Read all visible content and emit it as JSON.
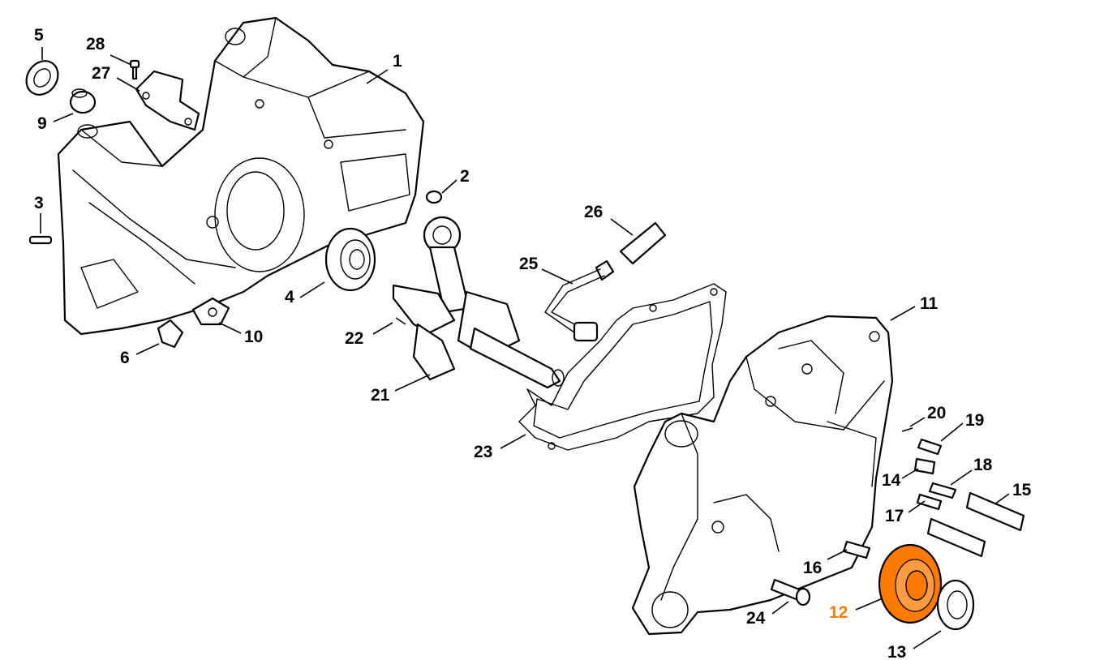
{
  "highlight_color": "#ff7a00",
  "highlighted_part": "12",
  "callouts": [
    {
      "id": "1",
      "text": "1"
    },
    {
      "id": "2",
      "text": "2"
    },
    {
      "id": "3",
      "text": "3"
    },
    {
      "id": "4",
      "text": "4"
    },
    {
      "id": "5",
      "text": "5"
    },
    {
      "id": "6",
      "text": "6"
    },
    {
      "id": "9",
      "text": "9"
    },
    {
      "id": "10",
      "text": "10"
    },
    {
      "id": "11",
      "text": "11"
    },
    {
      "id": "12",
      "text": "12"
    },
    {
      "id": "13",
      "text": "13"
    },
    {
      "id": "14",
      "text": "14"
    },
    {
      "id": "15",
      "text": "15"
    },
    {
      "id": "16",
      "text": "16"
    },
    {
      "id": "17",
      "text": "17"
    },
    {
      "id": "18",
      "text": "18"
    },
    {
      "id": "19",
      "text": "19"
    },
    {
      "id": "20",
      "text": "20"
    },
    {
      "id": "21",
      "text": "21"
    },
    {
      "id": "22",
      "text": "22"
    },
    {
      "id": "23",
      "text": "23"
    },
    {
      "id": "24",
      "text": "24"
    },
    {
      "id": "25",
      "text": "25"
    },
    {
      "id": "26",
      "text": "26"
    },
    {
      "id": "27",
      "text": "27"
    },
    {
      "id": "28",
      "text": "28"
    }
  ]
}
